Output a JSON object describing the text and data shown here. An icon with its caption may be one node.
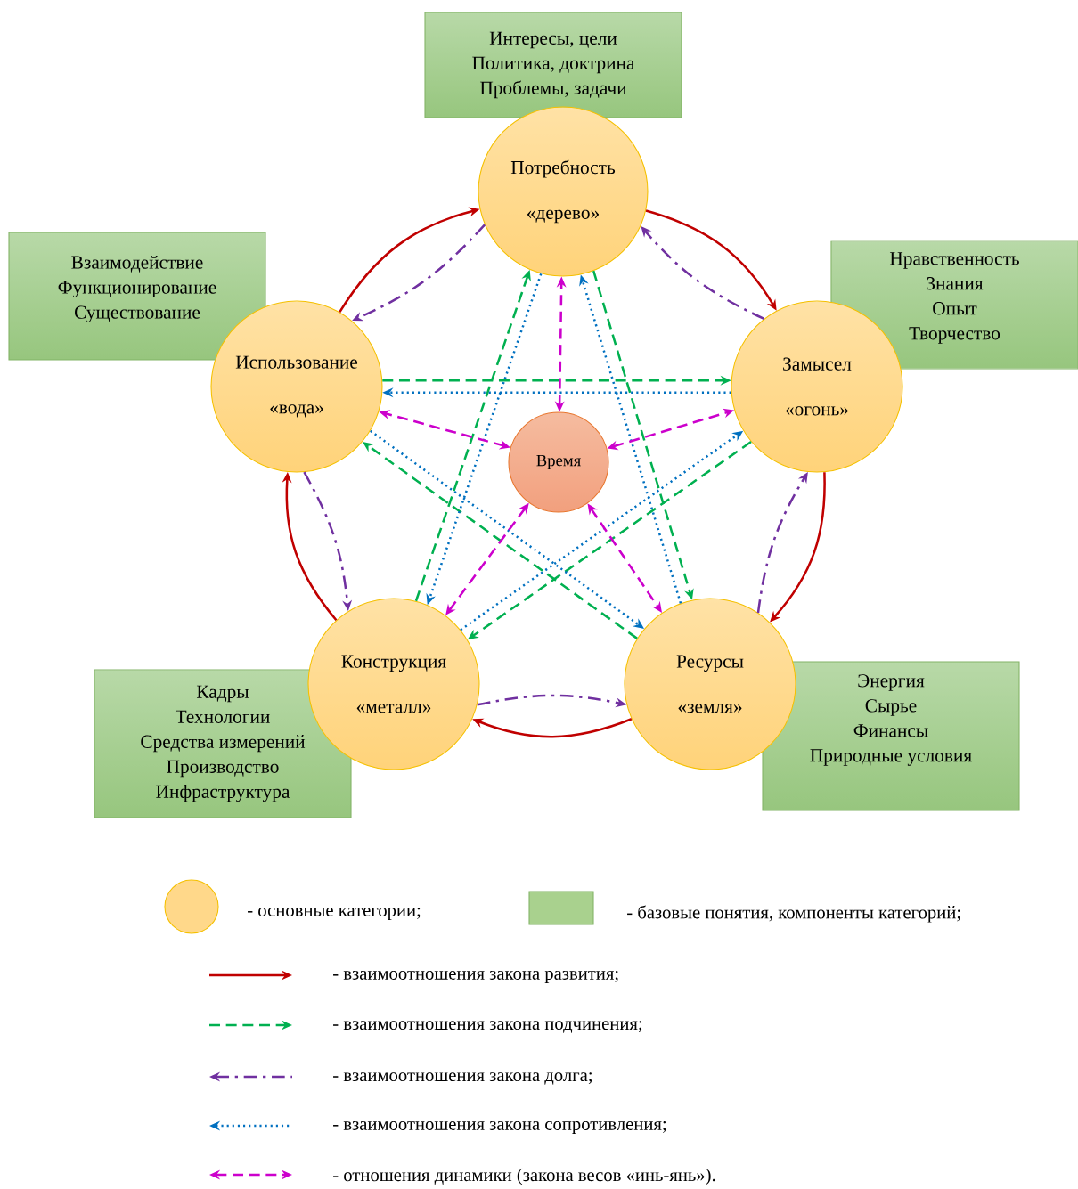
{
  "diagram": {
    "nodes": [
      {
        "text": [
          "Интересы, цели",
          "Политика, доктрина",
          "Проблемы, задачи"
        ]
      },
      {
        "text": [
          "Потребность",
          "«дерево»"
        ]
      },
      {
        "text": [
          "Взаимодействие",
          "Функционирование",
          "Существование"
        ]
      },
      {
        "text": [
          "Нравственность",
          "Знания",
          "Опыт",
          "Творчество"
        ]
      },
      {
        "text": [
          "Использование",
          "«вода»"
        ]
      },
      {
        "text": [
          "Замысел",
          "«огонь»"
        ]
      },
      {
        "text": [
          "Время"
        ]
      },
      {
        "text": [
          "Кадры",
          "Технологии",
          "Средства измерений",
          "Производство",
          "Инфраструктура"
        ]
      },
      {
        "text": [
          "Конструкция",
          "«металл»"
        ]
      },
      {
        "text": [
          "Ресурсы",
          "«земля»"
        ]
      },
      {
        "text": [
          "Энергия",
          "Сырье",
          "Финансы",
          "Природные условия"
        ]
      }
    ],
    "edges": [
      {
        "from": 4,
        "to": 1,
        "arrow": "to",
        "color": "#c00000"
      },
      {
        "from": 1,
        "to": 5,
        "arrow": "to",
        "color": "#c00000"
      },
      {
        "from": 5,
        "to": 9,
        "arrow": "to",
        "color": "#c00000"
      },
      {
        "from": 9,
        "to": 8,
        "arrow": "to",
        "color": "#c00000"
      },
      {
        "from": 8,
        "to": 4,
        "arrow": "to",
        "color": "#c00000"
      },
      {
        "from": 1,
        "to": 4,
        "arrow": "to",
        "style": "dashed",
        "color": "#7030a0"
      },
      {
        "from": 5,
        "to": 1,
        "arrow": "to",
        "style": "dashed",
        "color": "#7030a0"
      },
      {
        "from": 9,
        "to": 5,
        "arrow": "to",
        "style": "dashed",
        "color": "#7030a0"
      },
      {
        "from": 8,
        "to": 9,
        "arrow": "to",
        "style": "dashed",
        "color": "#7030a0"
      },
      {
        "from": 4,
        "to": 8,
        "arrow": "to",
        "style": "dashed",
        "color": "#7030a0"
      },
      {
        "from": 4,
        "to": 5,
        "arrow": "to",
        "style": "dashed",
        "color": "#00b050"
      },
      {
        "from": 1,
        "to": 9,
        "arrow": "to",
        "style": "dashed",
        "color": "#00b050"
      },
      {
        "from": 5,
        "to": 8,
        "arrow": "to",
        "style": "dashed",
        "color": "#00b050"
      },
      {
        "from": 9,
        "to": 4,
        "arrow": "to",
        "style": "dashed",
        "color": "#00b050"
      },
      {
        "from": 8,
        "to": 1,
        "arrow": "to",
        "style": "dashed",
        "color": "#00b050"
      },
      {
        "from": 5,
        "to": 4,
        "arrow": "to",
        "style": "dashed",
        "color": "#0070c0"
      },
      {
        "from": 9,
        "to": 1,
        "arrow": "to",
        "style": "dashed",
        "color": "#0070c0"
      },
      {
        "from": 8,
        "to": 5,
        "arrow": "to",
        "style": "dashed",
        "color": "#0070c0"
      },
      {
        "from": 4,
        "to": 9,
        "arrow": "to",
        "style": "dashed",
        "color": "#0070c0"
      },
      {
        "from": 1,
        "to": 8,
        "arrow": "to",
        "style": "dashed",
        "color": "#0070c0"
      },
      {
        "from": 6,
        "to": 1,
        "arrow": "both",
        "style": "dashed",
        "color": "#cc00cc"
      },
      {
        "from": 6,
        "to": 5,
        "arrow": "both",
        "style": "dashed",
        "color": "#cc00cc"
      },
      {
        "from": 6,
        "to": 9,
        "arrow": "both",
        "style": "dashed",
        "color": "#cc00cc"
      },
      {
        "from": 6,
        "to": 8,
        "arrow": "both",
        "style": "dashed",
        "color": "#cc00cc"
      },
      {
        "from": 6,
        "to": 4,
        "arrow": "both",
        "style": "dashed",
        "color": "#cc00cc"
      }
    ],
    "legend": [
      {
        "text": "- основные категории;",
        "color": "#ffd88a"
      },
      {
        "text": "- базовые понятия, компоненты категорий;",
        "color": "#a9d18e"
      },
      {
        "text": "- взаимоотношения закона развития;"
      },
      {
        "text": "- взаимоотношения закона подчинения;"
      },
      {
        "text": "- взаимоотношения закона долга;"
      },
      {
        "text": "- взаимоотношения закона сопротивления;"
      },
      {
        "text": "- отношения динамики (закона весов «инь-янь»)."
      }
    ]
  }
}
